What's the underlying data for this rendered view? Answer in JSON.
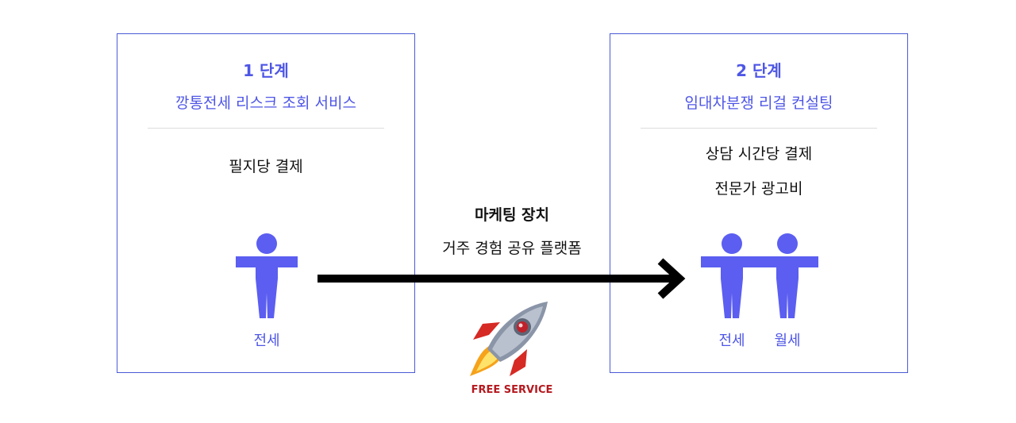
{
  "stage1": {
    "title": "1 단계",
    "subtitle": "깡통전세 리스크 조회 서비스",
    "notes": [
      "필지당 결제"
    ],
    "people": [
      "전세"
    ]
  },
  "stage2": {
    "title": "2 단계",
    "subtitle": "임대차분쟁 리걸 컨설팅",
    "notes": [
      "상담 시간당 결제",
      "전문가 광고비"
    ],
    "people": [
      "전세",
      "월세"
    ]
  },
  "marketing": {
    "title": "마케팅 장치",
    "subtitle": "거주 경험 공유 플랫폼"
  },
  "badge": {
    "label": "FREE SERVICE",
    "icon": "rocket-icon"
  },
  "colors": {
    "accent": "#4e56e6",
    "person": "#5b5ef0",
    "border": "#4b5bd6",
    "arrow": "#000000",
    "free": "#b5191f"
  }
}
